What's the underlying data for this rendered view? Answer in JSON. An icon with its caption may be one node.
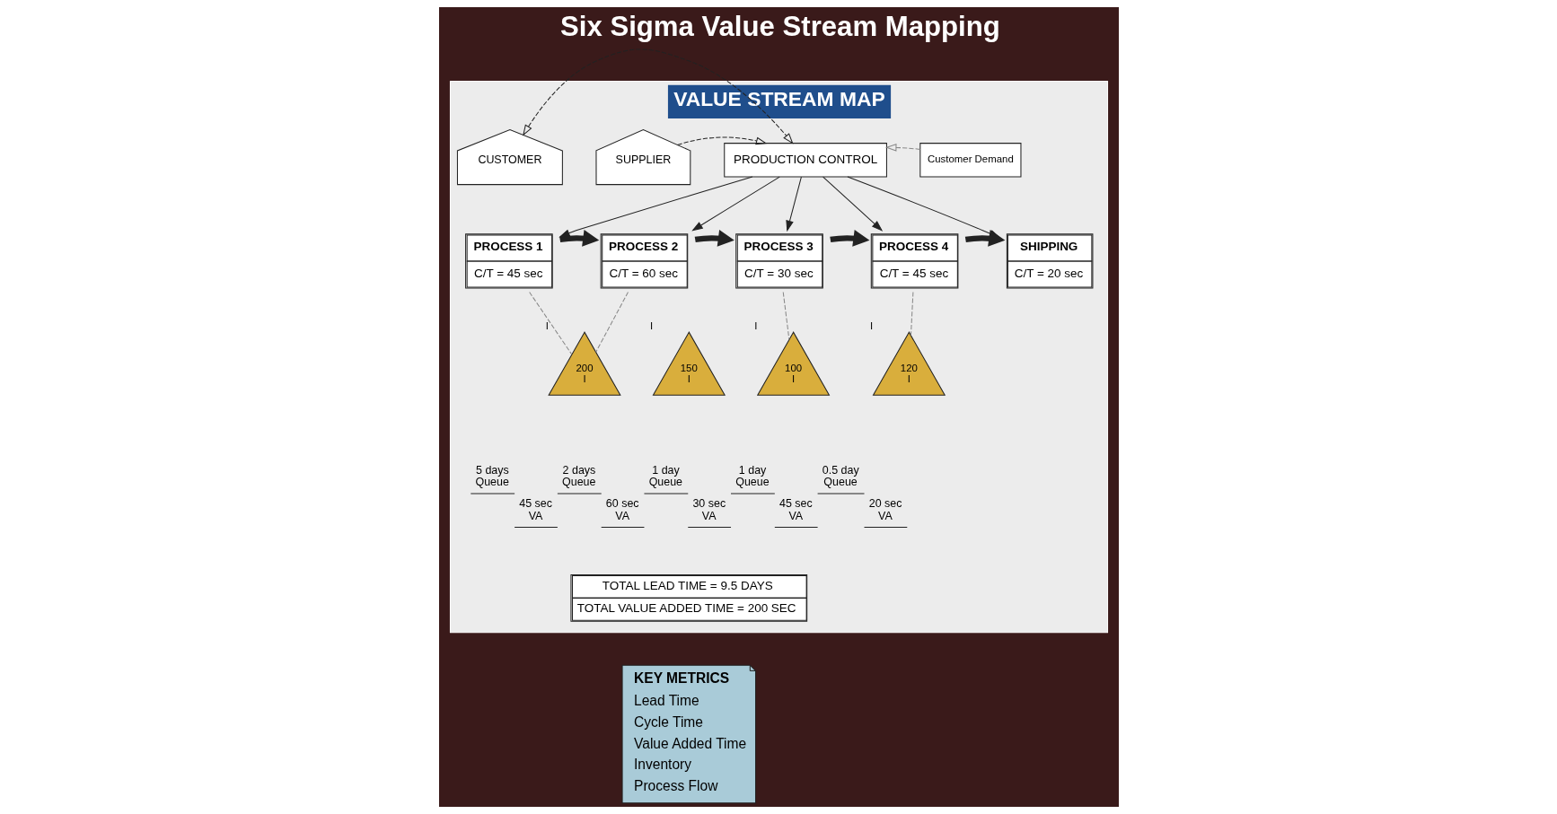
{
  "diagram": {
    "title": "Six Sigma Value Stream Mapping",
    "nodes": [
      {
        "text": [
          "VALUE STREAM MAP"
        ]
      },
      {
        "text": [
          "SUPPLIER"
        ],
        "in": 0
      },
      {
        "text": [
          "PRODUCTION CONTROL"
        ],
        "in": 0
      },
      {
        "text": [
          "Customer Demand"
        ],
        "in": 0
      },
      {
        "text": [
          "CUSTOMER"
        ],
        "in": 0
      },
      {
        "text": [
          "PROCESS 1",
          "C/T = 45 sec"
        ],
        "in": 0
      },
      {
        "text": [
          "PROCESS 2",
          "C/T = 60 sec"
        ],
        "in": 0
      },
      {
        "text": [
          "PROCESS 3",
          "C/T = 30 sec"
        ],
        "in": 0
      },
      {
        "text": [
          "PROCESS 4",
          "C/T = 45 sec"
        ],
        "in": 0
      },
      {
        "text": [
          "SHIPPING",
          "C/T = 20 sec"
        ],
        "in": 0
      },
      {
        "text": [
          "200",
          "I"
        ],
        "beside": [
          "I"
        ],
        "in": 0
      },
      {
        "text": [
          "150",
          "I"
        ],
        "beside": [
          "I"
        ],
        "in": 0
      },
      {
        "text": [
          "100",
          "I"
        ],
        "beside": [
          "I"
        ],
        "in": 0
      },
      {
        "text": [
          "120",
          "I"
        ],
        "beside": [
          "I"
        ],
        "in": 0
      },
      {
        "text": [
          "TOTAL LEAD TIME = 9.5 DAYS",
          "TOTAL VALUE ADDED TIME = 200 SEC"
        ],
        "in": 0
      },
      {
        "text": [
          "KEY METRICS",
          "Lead Time",
          "Cycle Time",
          "Value Added Time",
          "Inventory",
          "Process Flow"
        ]
      }
    ],
    "edges": [
      {
        "from": 1,
        "to": 2,
        "arrow": "to",
        "style": "dashed"
      },
      {
        "from": 3,
        "to": 2,
        "arrow": "to",
        "style": "dashed",
        "color": "#888888"
      },
      {
        "from": 4,
        "to": 2,
        "arrow": "both",
        "style": "dashed"
      },
      {
        "from": 2,
        "to": 5,
        "arrow": "to"
      },
      {
        "from": 2,
        "to": 6,
        "arrow": "to"
      },
      {
        "from": 2,
        "to": 7,
        "arrow": "to"
      },
      {
        "from": 2,
        "to": 8,
        "arrow": "to"
      },
      {
        "from": 2,
        "to": 9,
        "arrow": "to"
      },
      {
        "from": 5,
        "to": 6,
        "arrow": "to",
        "style": "thick"
      },
      {
        "from": 6,
        "to": 7,
        "arrow": "to",
        "style": "thick"
      },
      {
        "from": 7,
        "to": 8,
        "arrow": "to",
        "style": "thick"
      },
      {
        "from": 8,
        "to": 9,
        "arrow": "to",
        "style": "thick"
      },
      {
        "from": 5,
        "to": 10,
        "arrow": "none",
        "style": "dashed",
        "color": "#888888"
      },
      {
        "from": 6,
        "to": 10,
        "arrow": "none",
        "style": "dashed",
        "color": "#888888"
      },
      {
        "from": 7,
        "to": 12,
        "arrow": "none",
        "style": "dashed",
        "color": "#888888"
      },
      {
        "from": 8,
        "to": 13,
        "arrow": "none",
        "style": "dashed",
        "color": "#888888"
      }
    ],
    "labels": [
      "5 days",
      "Queue",
      "45 sec",
      "VA",
      "2 days",
      "Queue",
      "60 sec",
      "VA",
      "1 day",
      "Queue",
      "30 sec",
      "VA",
      "1 day",
      "Queue",
      "45 sec",
      "VA",
      "0.5 day",
      "Queue",
      "20 sec",
      "VA"
    ]
  }
}
